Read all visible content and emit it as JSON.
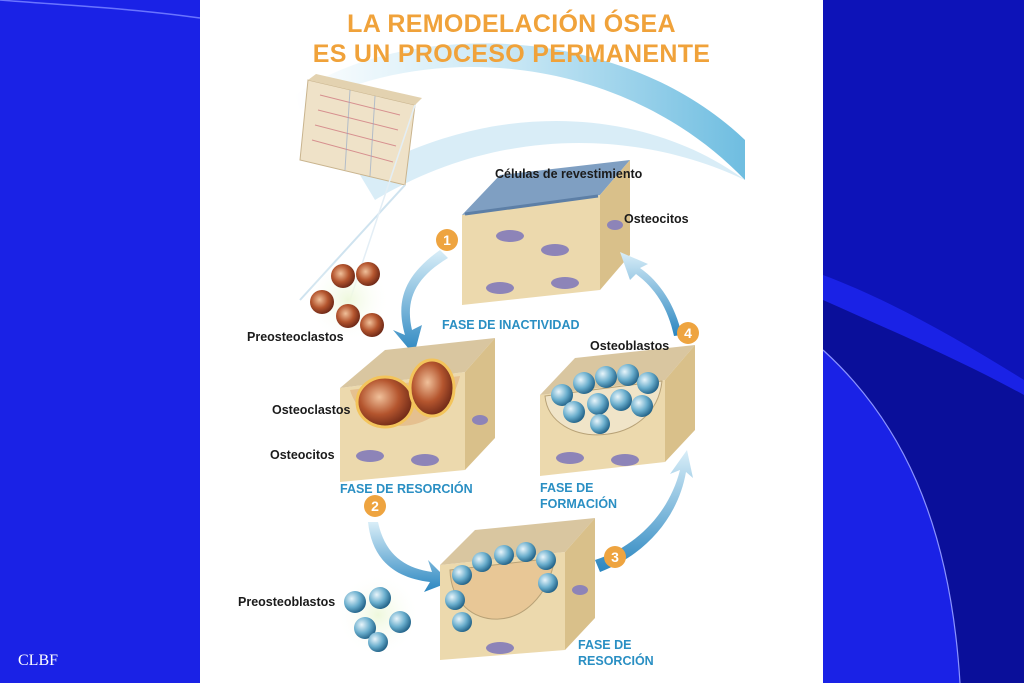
{
  "slide": {
    "footer_tag": "CLBF",
    "colors": {
      "background": "#1a22e6",
      "title": "#f0a23a",
      "phase_text": "#2a8fc3",
      "step_badge": "#eea440"
    }
  },
  "poster": {
    "title_line1": "LA REMODELACIÓN ÓSEA",
    "title_line2": "ES UN PROCESO PERMANENTE",
    "labels": {
      "lining_cells": "Células de revestimiento",
      "osteocytes_top": "Osteocitos",
      "preosteoclasts": "Preosteoclastos",
      "osteoblasts": "Osteoblastos",
      "osteoclasts": "Osteoclastos",
      "osteocytes_left": "Osteocitos",
      "preosteoblasts": "Preosteoblastos"
    },
    "phases": {
      "inactivity": "FASE DE INACTIVIDAD",
      "resorption_1": "FASE DE RESORCIÓN",
      "formation_line1": "FASE DE",
      "formation_line2": "FORMACIÓN",
      "resorption_2_line1": "FASE DE",
      "resorption_2_line2": "RESORCIÓN"
    },
    "steps": [
      "1",
      "2",
      "3",
      "4"
    ]
  }
}
